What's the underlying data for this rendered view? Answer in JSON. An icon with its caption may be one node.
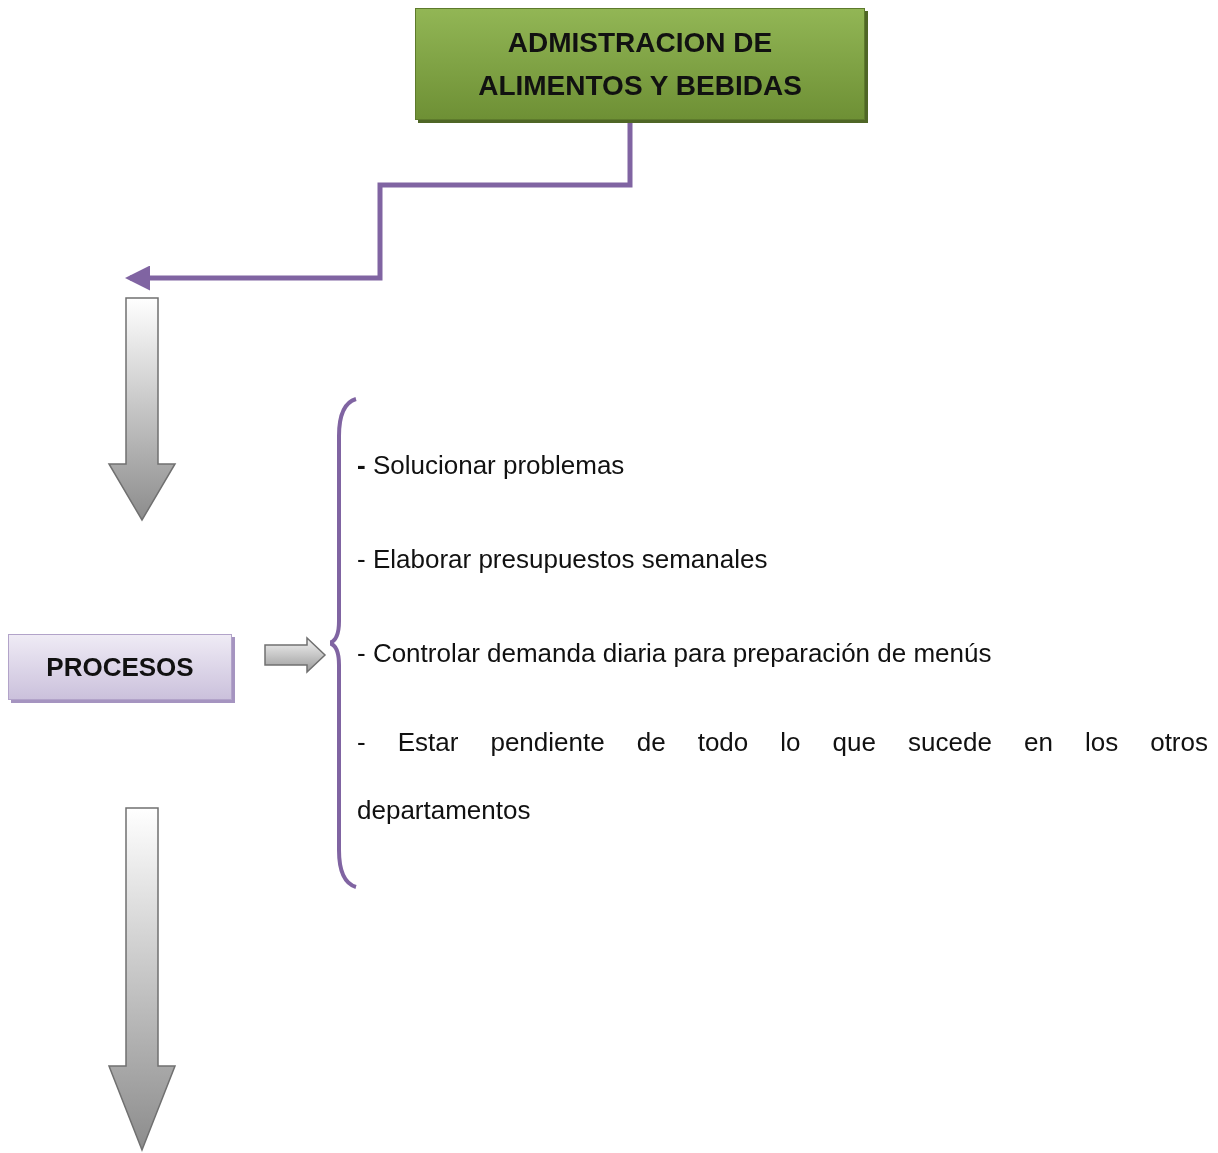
{
  "diagram": {
    "nodes": [
      {
        "text": [
          "ADMISTRACION DE ALIMENTOS Y BEBIDAS"
        ]
      },
      {
        "text": [
          "PROCESOS"
        ]
      },
      {
        "text": [
          "**-** Solucionar problemas",
          "- Elaborar presupuestos semanales",
          "- Controlar demanda diaria para preparación de menús",
          "- Estar pendiente de todo lo que sucede en los otros departamentos"
        ]
      }
    ],
    "edges": [
      {
        "from": 0,
        "to": null,
        "arrow": "to",
        "color": "#8064a2"
      },
      {
        "from": 1,
        "to": 2,
        "arrow": "to",
        "style": "thick"
      }
    ]
  }
}
